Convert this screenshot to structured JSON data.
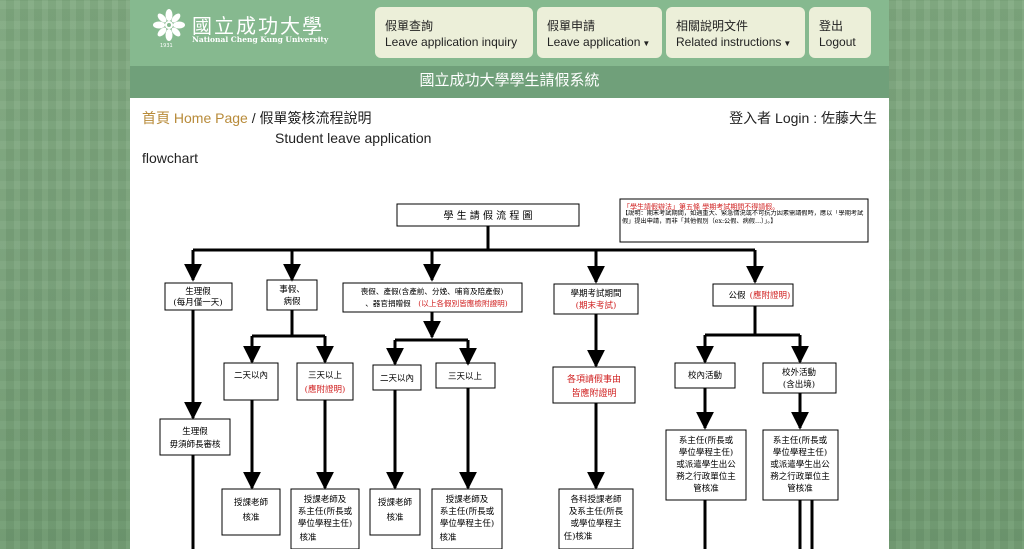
{
  "logo": {
    "name_cn": "國立成功大學",
    "name_en": "National Cheng Kung University",
    "year": "1931"
  },
  "nav": [
    {
      "cn": "假單查詢",
      "en": "Leave application inquiry",
      "caret": false
    },
    {
      "cn": "假單申請",
      "en": "Leave application",
      "caret": true
    },
    {
      "cn": "相關說明文件",
      "en": "Related instructions",
      "caret": true
    },
    {
      "cn": "登出",
      "en": "Logout",
      "caret": false
    }
  ],
  "system_title": "國立成功大學學生請假系統",
  "breadcrumb": {
    "home": "首頁 Home Page",
    "sep": " / ",
    "current_cn": "假單簽核流程說明",
    "current_en_1": "Student leave application",
    "current_en_2": "flowchart"
  },
  "login": "登入者 Login : 佐藤大生",
  "flowchart": {
    "title": "學 生 請 假 流 程 圖",
    "note_red": "「學生請假辦法」第五條  學期考試期間不得請假。",
    "note_black": "【說明：期末考試期間，如遇重大、緊急情況或不可抗力因素需請假時，應以「學期考試假」提出申請，而非「其他假別（ex:公假、病假…）」。】",
    "cat_menstrual_1": "生理假",
    "cat_menstrual_2": "(每月僅一天)",
    "cat_personal_1": "事假、",
    "cat_personal_2": "病假",
    "cat_funeral_1": "喪假、產假(含產前、分娩、哺育及陪產假)",
    "cat_funeral_2": "、器官捐贈假",
    "cat_funeral_3": "(以上各假別皆應檢附證明)",
    "cat_exam_1": "學期考試期間",
    "cat_exam_2": "(期末考試)",
    "cat_official_1": "公假",
    "cat_official_2": "(應附證明)",
    "within_two": "二天以內",
    "three_up_1": "三天以上",
    "three_up_2": "(應附證明)",
    "within_two_b": "二天以內",
    "three_up_b": "三天以上",
    "exam_proof_1": "各項請假事由",
    "exam_proof_2": "皆應附證明",
    "on_campus": "校內活動",
    "off_campus_1": "校外活動",
    "off_campus_2": "(含出境)",
    "menstrual_approve_1": "生理假",
    "menstrual_approve_2": "毋須師長審核",
    "teacher_1": "授課老師",
    "teacher_2": "核准",
    "teacher_dept_1": "授課老師及",
    "teacher_dept_2": "系主任(所長或",
    "teacher_dept_3": "學位學程主任)",
    "teacher_dept_4": "核准",
    "teacher_b_1": "授課老師",
    "teacher_b_2": "核准",
    "teacher_dept_b_1": "授課老師及",
    "teacher_dept_b_2": "系主任(所長或",
    "teacher_dept_b_3": "學位學程主任)",
    "teacher_dept_b_4": "核准",
    "all_teachers_1": "各科授課老師",
    "all_teachers_2": "及系主任(所長",
    "all_teachers_3": "或學位學程主",
    "all_teachers_4": "任)核准",
    "dept_unit_1": "系主任(所長或",
    "dept_unit_2": "學位學程主任)",
    "dept_unit_3": "或派遣學生出公",
    "dept_unit_4": "務之行政單位主",
    "dept_unit_5": "管核准",
    "dept_unit_b_1": "系主任(所長或",
    "dept_unit_b_2": "學位學程主任)",
    "dept_unit_b_3": "或派遣學生出公",
    "dept_unit_b_4": "務之行政單位主",
    "dept_unit_b_5": "管核准"
  }
}
